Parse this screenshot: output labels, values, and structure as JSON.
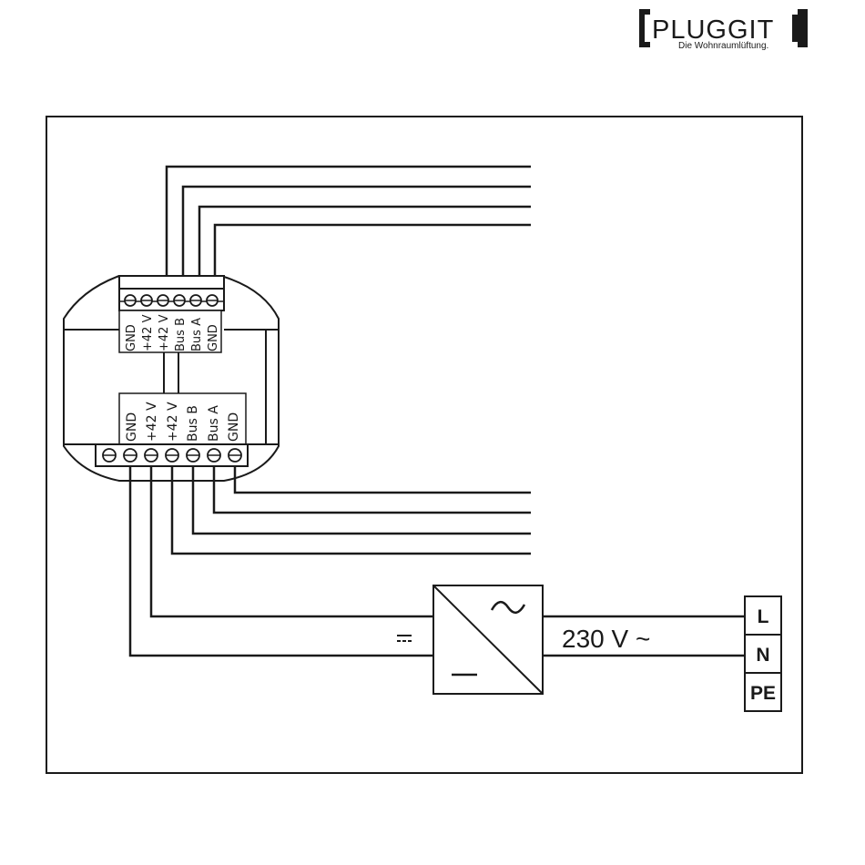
{
  "logo": {
    "name": "PLUGGIT",
    "tagline": "Die Wohnraumlüftung."
  },
  "module": {
    "upper_terminals": [
      "GND",
      "+42 V",
      "+42 V",
      "Bus B",
      "Bus A",
      "GND"
    ],
    "lower_terminals": [
      "GND",
      "+42 V",
      "+42 V",
      "Bus B",
      "Bus A",
      "GND"
    ]
  },
  "power_supply": {
    "ac_symbol": "~",
    "dc_output_symbol": "⎓",
    "input_label": "230 V ~"
  },
  "mains_terminals": [
    "L",
    "N",
    "PE"
  ],
  "colors": {
    "line": "#1a1a1a",
    "background": "#ffffff"
  }
}
